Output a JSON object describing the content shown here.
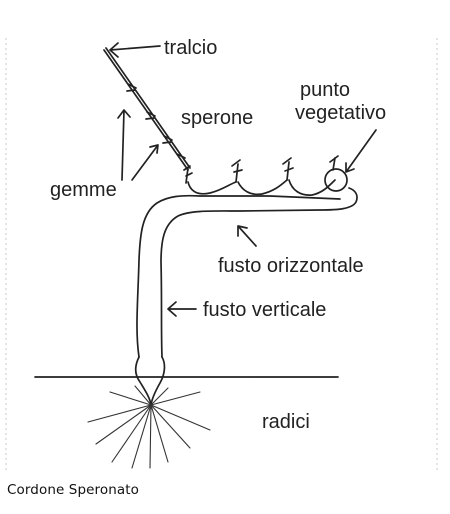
{
  "labels": {
    "tralcio": "tralcio",
    "sperone": "sperone",
    "punto_line1": "punto",
    "punto_line2": "vegetativo",
    "gemme": "gemme",
    "fusto_orizzontale": "fusto orizzontale",
    "fusto_verticale": "fusto verticale",
    "radici": "radici"
  },
  "caption": "Cordone Speronato"
}
